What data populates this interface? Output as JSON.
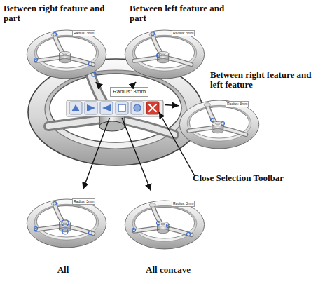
{
  "diagram": {
    "nodes": [
      {
        "text": [
          "Between right feature and part",
          "Radius: 3mm"
        ]
      },
      {
        "text": [
          "Between left feature and part",
          "Radius: 3mm"
        ]
      },
      {
        "text": [
          "Between right feature and left feature",
          "Radius: 3mm"
        ]
      },
      {
        "text": [
          "Radius: 3mm"
        ]
      },
      {
        "text": [
          "All",
          "Radius: 3mm"
        ]
      },
      {
        "text": [
          "All concave",
          "Radius: 3mm"
        ]
      }
    ],
    "edges": [
      {
        "from": 3,
        "to": 0,
        "arrow": "to"
      },
      {
        "from": 3,
        "to": 1,
        "arrow": "to"
      },
      {
        "from": 3,
        "to": 2,
        "arrow": "to"
      },
      {
        "from": 3,
        "to": 4,
        "arrow": "to"
      },
      {
        "from": 3,
        "to": 5,
        "arrow": "to"
      }
    ],
    "labels": [
      "Close Selection Toolbar"
    ]
  }
}
